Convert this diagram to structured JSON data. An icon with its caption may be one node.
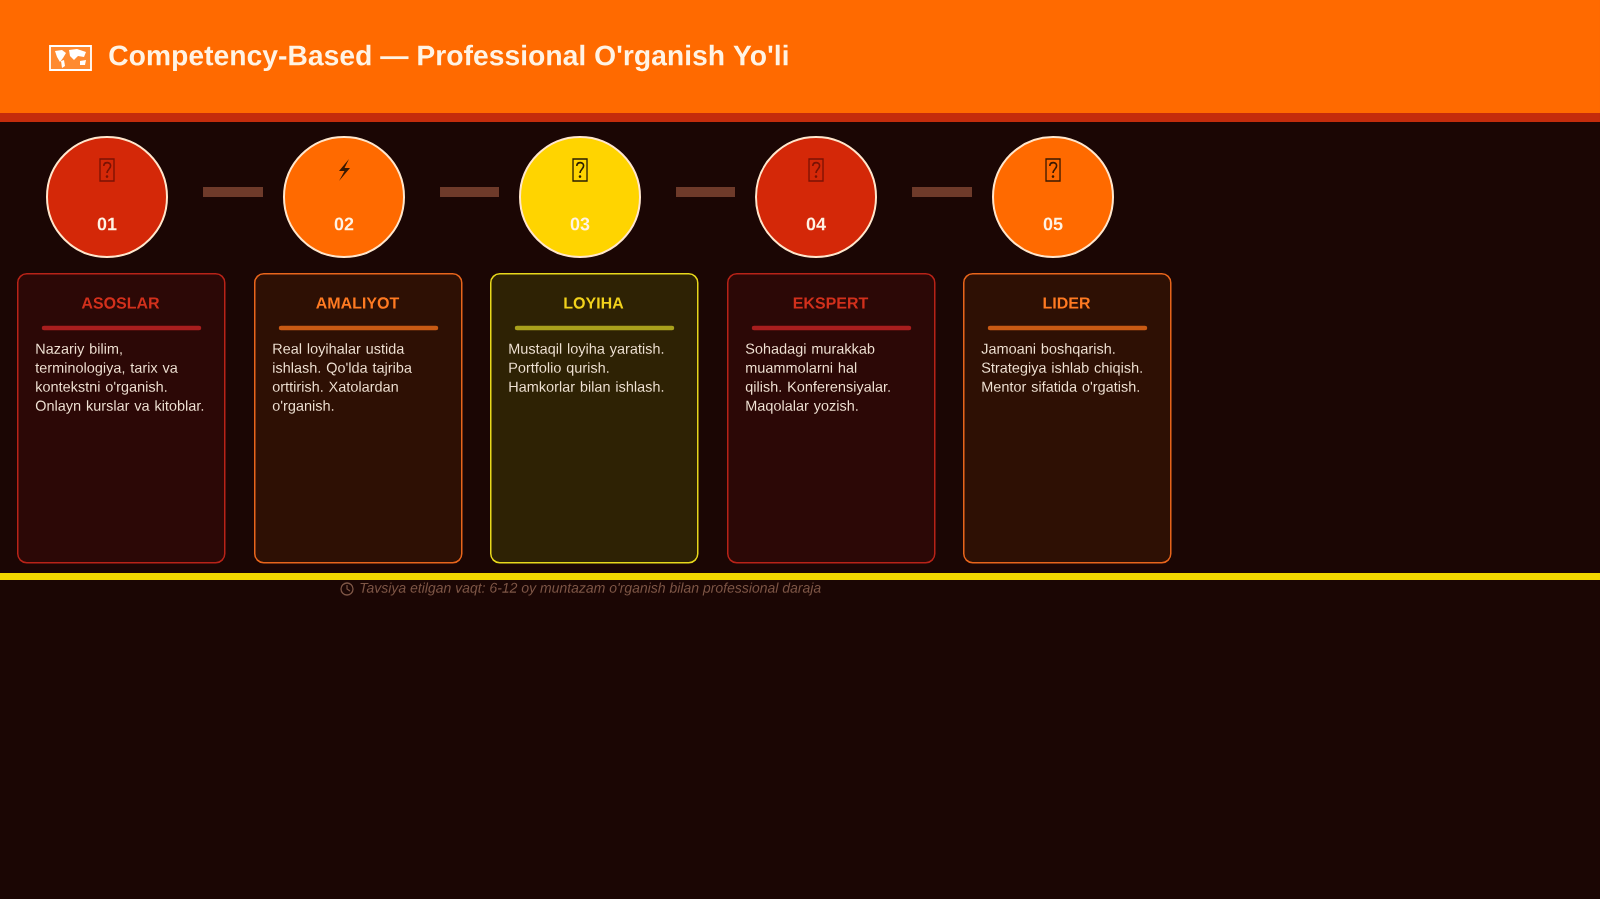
{
  "diagram": {
    "title": "Competency-Based — Professional O'rganish Yo'li",
    "nodes": [
      {
        "text": [
          "01"
        ]
      },
      {
        "text": [
          "02"
        ]
      },
      {
        "text": [
          "03"
        ]
      },
      {
        "text": [
          "04"
        ]
      },
      {
        "text": [
          "05"
        ]
      },
      {
        "text": [
          "ASOSLAR",
          "Nazariy bilim, terminologiya, tarix va kontekstni o'rganish. Onlayn kurslar va kitoblar."
        ]
      },
      {
        "text": [
          "AMALIYOT",
          "Real loyihalar ustida ishlash. Qo'lda tajriba orttirish. Xatolardan o'rganish."
        ]
      },
      {
        "text": [
          "LOYIHA",
          "Mustaqil loyiha yaratish. Portfolio qurish. Hamkorlar bilan ishlash."
        ]
      },
      {
        "text": [
          "EKSPERT",
          "Sohadagi murakkab muammolarni hal qilish. Konferensiyalar. Maqolalar yozish."
        ]
      },
      {
        "text": [
          "LIDER",
          "Jamoani boshqarish. Strategiya ishlab chiqish. Mentor sifatida o'rgatish."
        ]
      }
    ],
    "edges": [
      {
        "from": 0,
        "to": 1,
        "arrow": "none"
      },
      {
        "from": 1,
        "to": 2,
        "arrow": "none"
      },
      {
        "from": 2,
        "to": 3,
        "arrow": "none"
      },
      {
        "from": 3,
        "to": 4,
        "arrow": "none"
      }
    ],
    "labels": [
      "Tavsiya etilgan vaqt: 6-12 oy muntazam o'rganish bilan professional daraja"
    ]
  }
}
